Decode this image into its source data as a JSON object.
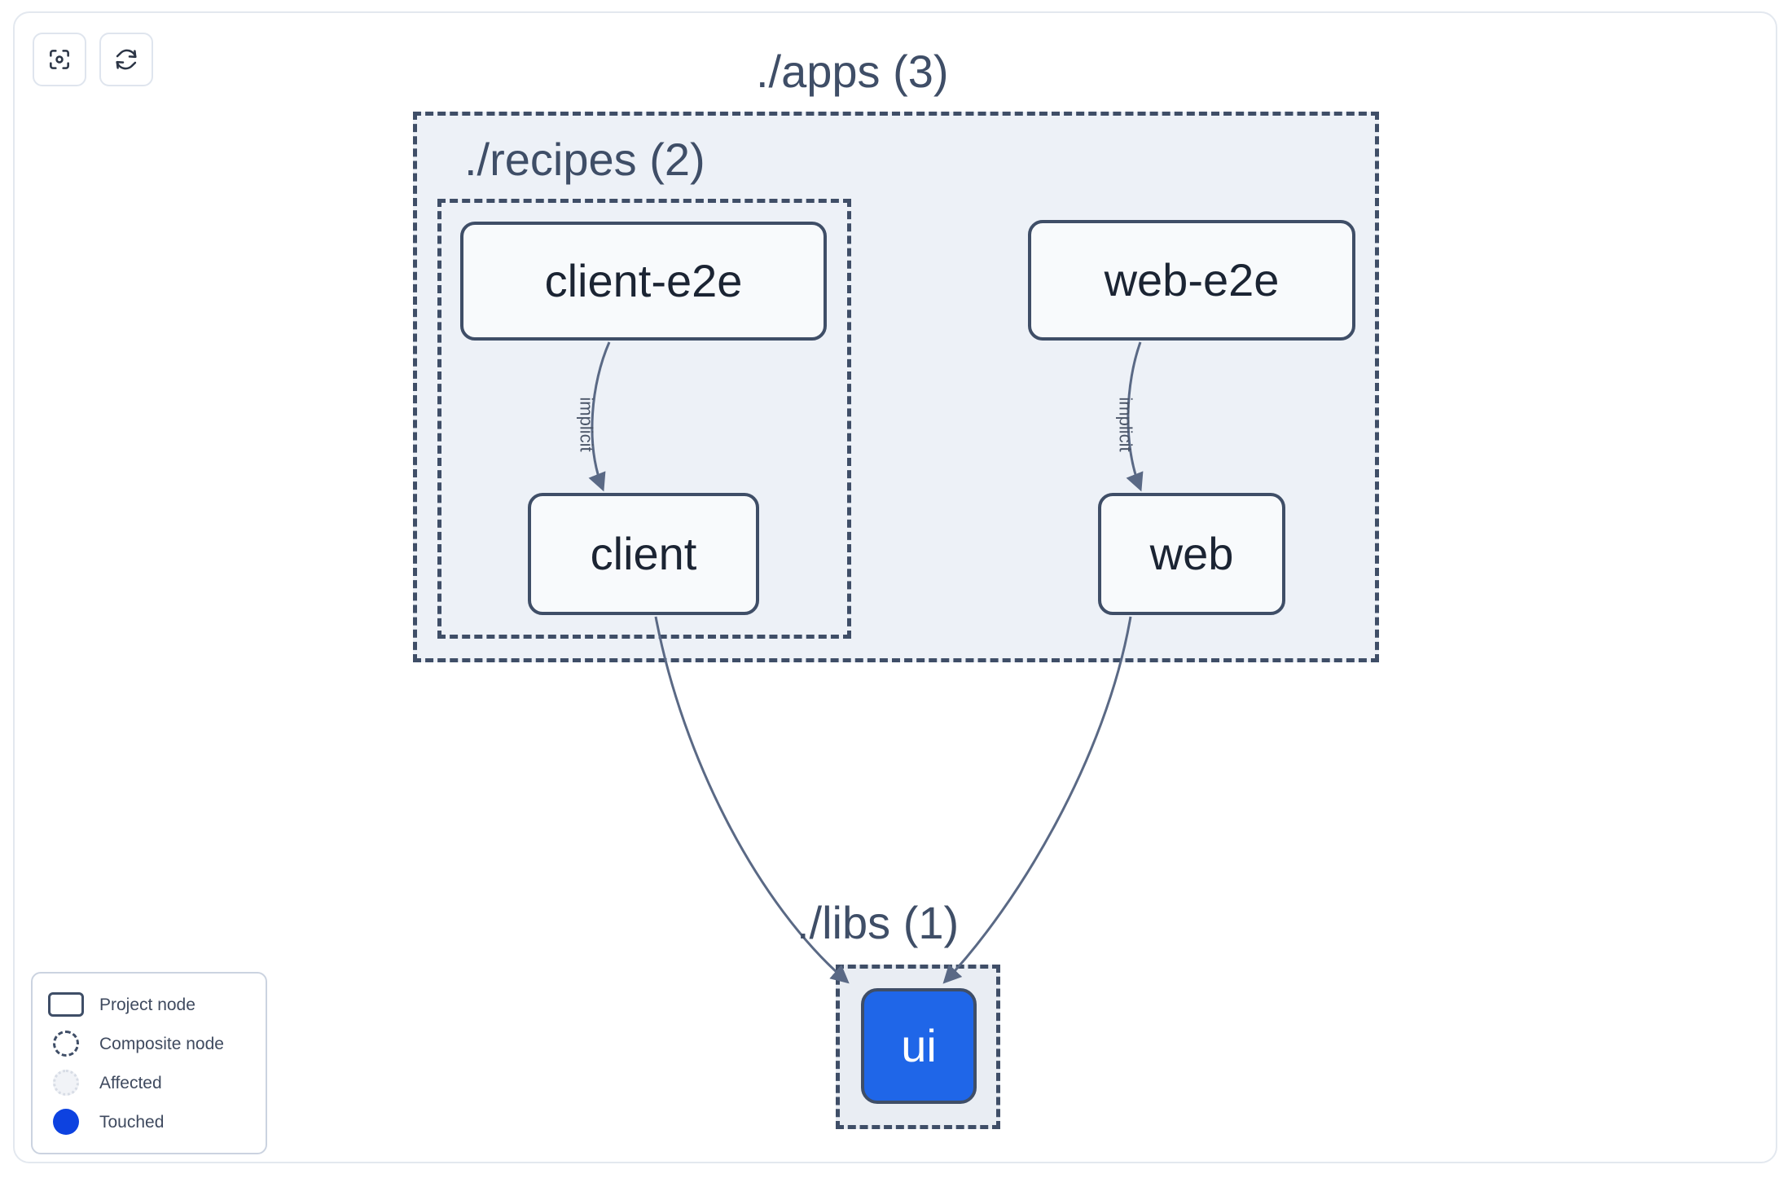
{
  "toolbar": {
    "buttons": [
      {
        "name": "focus-graph-button",
        "icon": "focus-target-icon",
        "label": ""
      },
      {
        "name": "refresh-graph-button",
        "icon": "refresh-icon",
        "label": ""
      }
    ]
  },
  "graph": {
    "groups": [
      {
        "id": "apps",
        "label": "./apps (3)",
        "count": 3
      },
      {
        "id": "recipes",
        "label": "./recipes (2)",
        "count": 2
      },
      {
        "id": "libs",
        "label": "./libs (1)",
        "count": 1
      }
    ],
    "nodes": [
      {
        "id": "client-e2e",
        "label": "client-e2e",
        "group": "recipes",
        "state": "normal"
      },
      {
        "id": "client",
        "label": "client",
        "group": "recipes",
        "state": "normal"
      },
      {
        "id": "web-e2e",
        "label": "web-e2e",
        "group": "apps",
        "state": "normal"
      },
      {
        "id": "web",
        "label": "web",
        "group": "apps",
        "state": "normal"
      },
      {
        "id": "ui",
        "label": "ui",
        "group": "libs",
        "state": "touched"
      }
    ],
    "edges": [
      {
        "from": "client-e2e",
        "to": "client",
        "label": "implicit"
      },
      {
        "from": "web-e2e",
        "to": "web",
        "label": "implicit"
      },
      {
        "from": "client",
        "to": "ui",
        "label": ""
      },
      {
        "from": "web",
        "to": "ui",
        "label": ""
      }
    ]
  },
  "legend": {
    "items": [
      {
        "swatch": "project-node-swatch",
        "label": "Project node"
      },
      {
        "swatch": "composite-node-swatch",
        "label": "Composite node"
      },
      {
        "swatch": "affected-swatch",
        "label": "Affected"
      },
      {
        "swatch": "touched-swatch",
        "label": "Touched"
      }
    ]
  },
  "colors": {
    "touched": "#1f66e8",
    "legend_touched": "#0d42e0",
    "node_border": "#3f4e67",
    "group_fill": "#edf1f7",
    "node_fill": "#f8fafc",
    "edge_stroke": "#4a5568",
    "text": "#1b2433"
  }
}
